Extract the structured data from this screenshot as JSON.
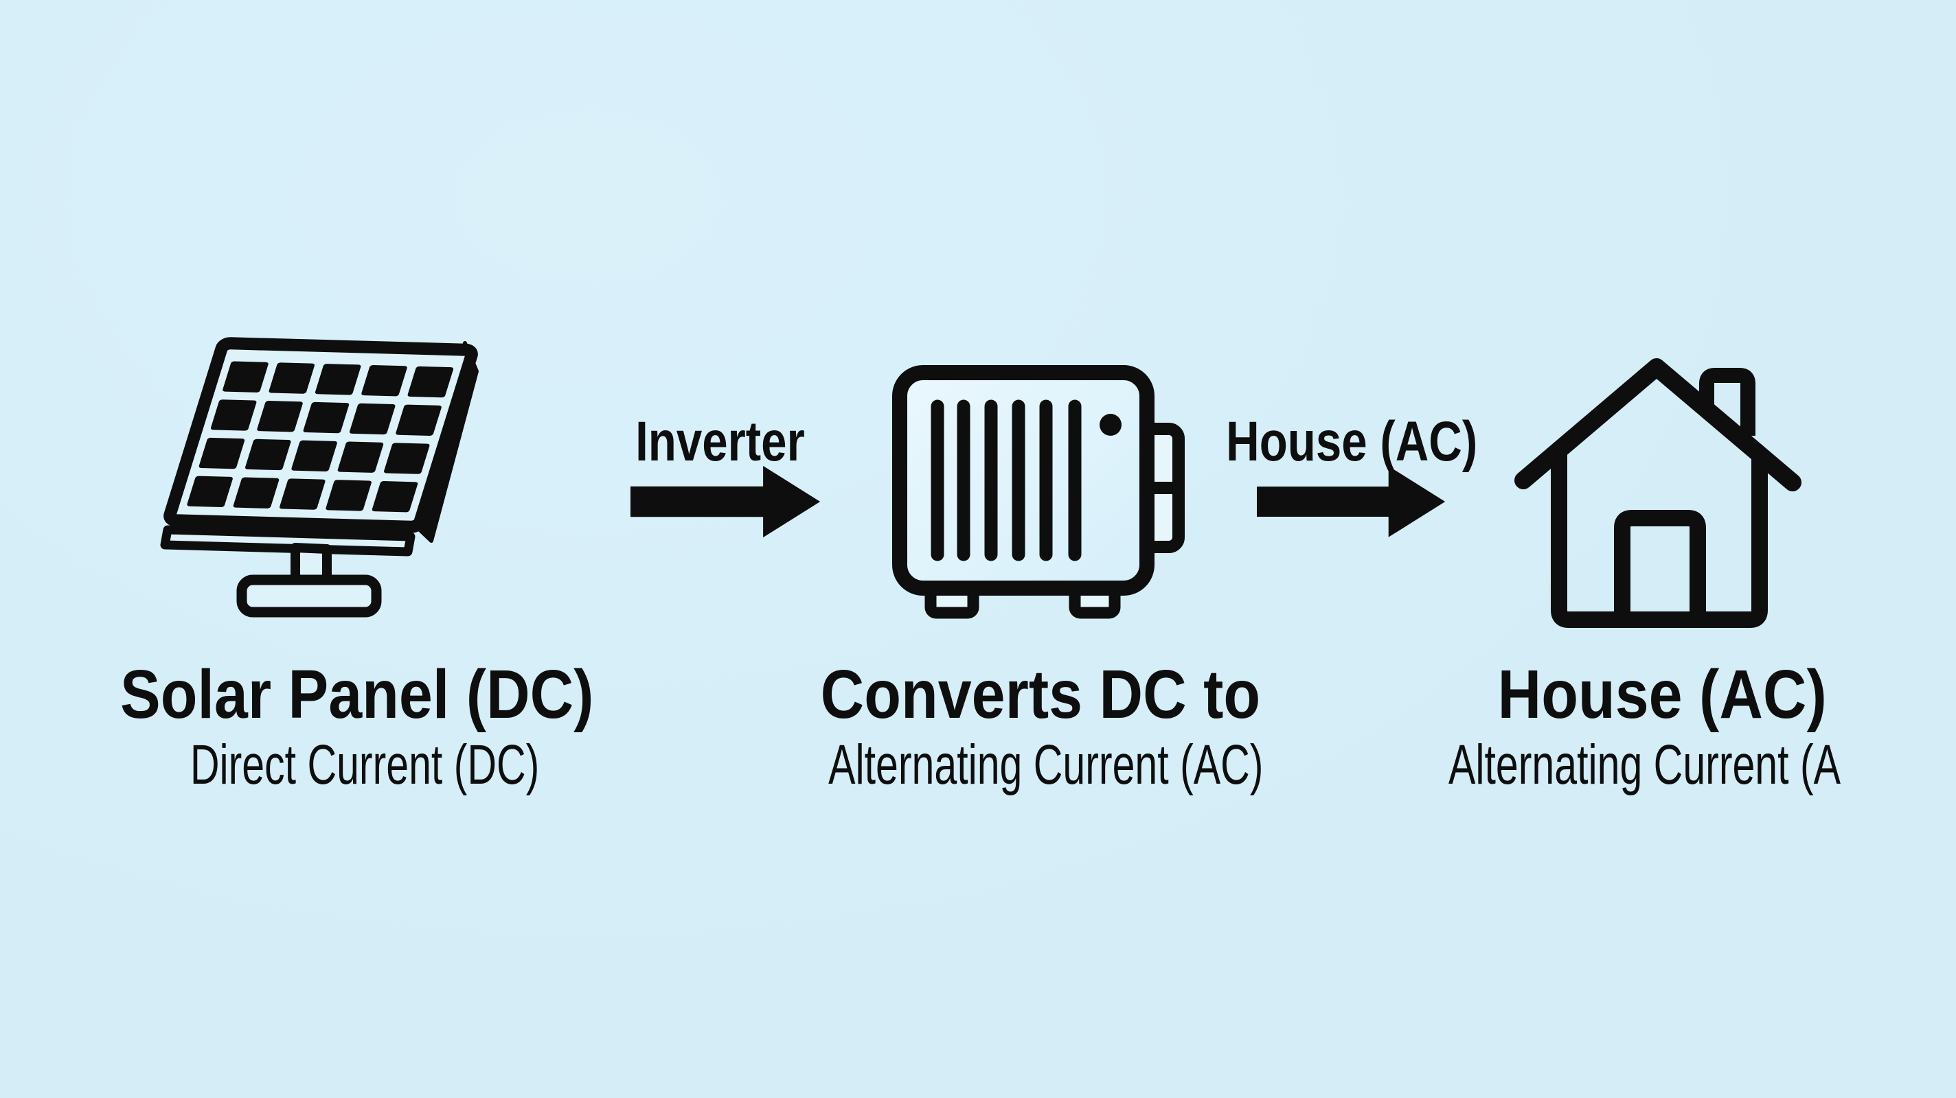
{
  "canvas": {
    "background_color": "#d5edf7",
    "icon_fill_color": "#ddf2f9",
    "ink_color": "#0e0e0e"
  },
  "nodes": [
    {
      "icon": "solar-panel-icon",
      "title": "Solar Panel (DC)",
      "subtitle": "Direct Current (DC)"
    },
    {
      "icon": "inverter-icon",
      "title": "Converts DC to",
      "subtitle": "Alternating Current (AC)"
    },
    {
      "icon": "house-icon",
      "title": "House (AC)",
      "subtitle": "Alternating Current (A"
    }
  ],
  "arrows": [
    {
      "label": "Inverter"
    },
    {
      "label": "House (AC)"
    }
  ]
}
